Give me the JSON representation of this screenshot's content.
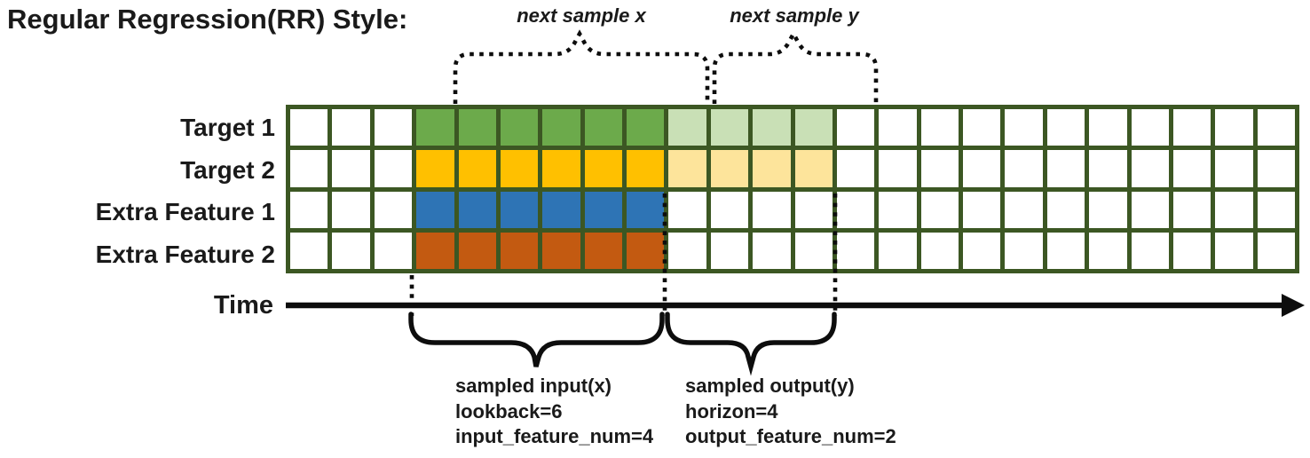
{
  "title": "Regular Regression(RR) Style:",
  "annotations": {
    "next_sample_x": "next sample x",
    "next_sample_y": "next sample y"
  },
  "rows": [
    {
      "label": "Target 1",
      "solid_color": "#6CAA4B",
      "light_color": "#C9E0B6"
    },
    {
      "label": "Target 2",
      "solid_color": "#FFC000",
      "light_color": "#FDE49B"
    },
    {
      "label": "Extra Feature 1",
      "solid_color": "#2E74B5",
      "light_color": null
    },
    {
      "label": "Extra Feature 2",
      "solid_color": "#C35A11",
      "light_color": null
    }
  ],
  "grid": {
    "columns": 24,
    "input_start": 3,
    "input_len": 6,
    "output_len": 4,
    "border_color": "#3C5723",
    "empty_cell_color": "#ffffff"
  },
  "time_axis": {
    "label": "Time"
  },
  "input_annotation": {
    "lines": [
      "sampled input(x)",
      "lookback=6",
      "input_feature_num=4"
    ]
  },
  "output_annotation": {
    "lines": [
      "sampled output(y)",
      "horizon=4",
      "output_feature_num=2"
    ]
  },
  "colors": {
    "ink": "#0d0d0d",
    "text": "#1a1a1a"
  }
}
